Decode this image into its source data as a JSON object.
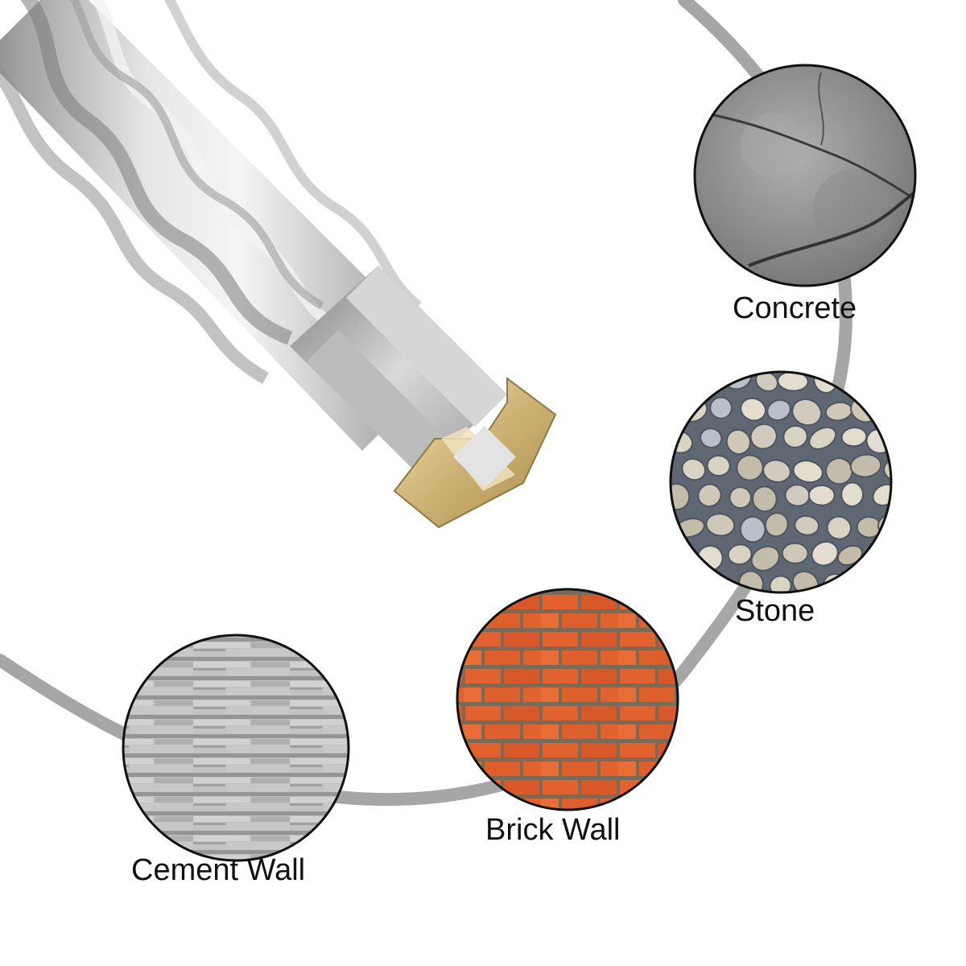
{
  "materials": [
    {
      "key": "concrete",
      "label": "Concrete",
      "texture": "cracked-concrete-texture"
    },
    {
      "key": "stone",
      "label": "Stone",
      "texture": "stone-wall-texture"
    },
    {
      "key": "brick",
      "label": "Brick Wall",
      "texture": "brick-wall-texture"
    },
    {
      "key": "cement",
      "label": "Cement Wall",
      "texture": "stacked-cement-wall-texture"
    }
  ],
  "colors": {
    "background": "#ffffff",
    "ring": "#a6a6a6",
    "circle_border": "#111111",
    "label_text": "#111111",
    "drill_steel": "#c7c7c7",
    "carbide_tip": "#d8c28a",
    "brick": "#e2622f",
    "mortar": "#7b6a55",
    "concrete": "#9a9a9a",
    "stone": "#cfc8b8",
    "cement": "#b4b4b4"
  },
  "image": {
    "subject": "sds-drill-bit-icon",
    "tip": "cross-carbide-tip-icon"
  }
}
